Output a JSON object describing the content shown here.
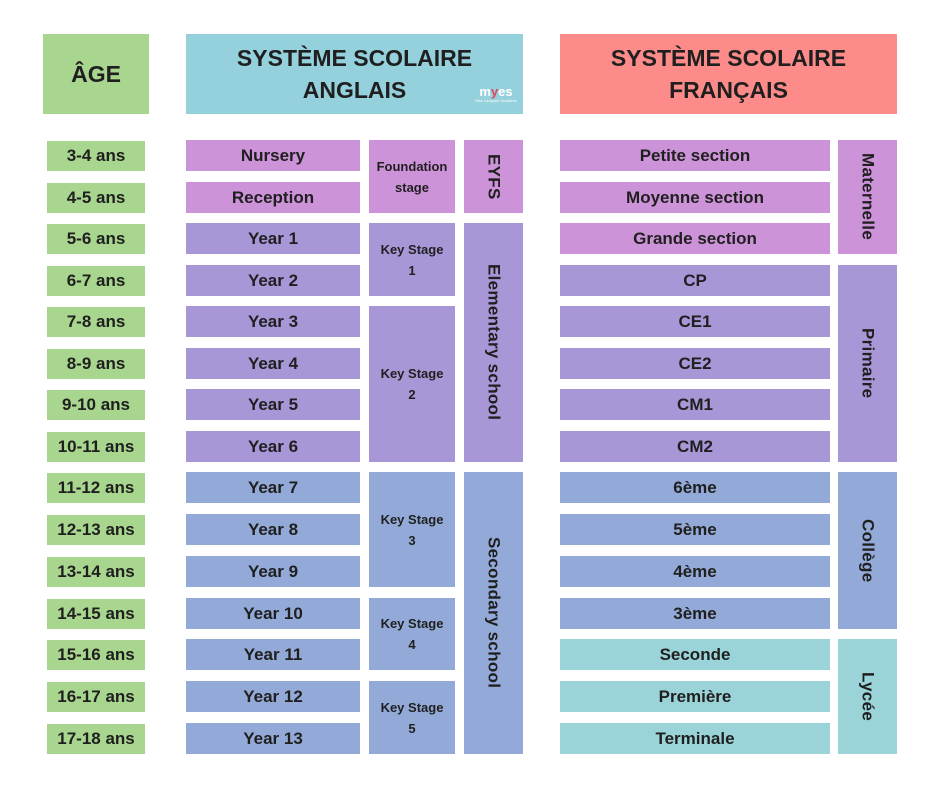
{
  "headers": {
    "age": "ÂGE",
    "english_line1": "SYSTÈME SCOLAIRE",
    "english_line2": "ANGLAIS",
    "french_line1": "SYSTÈME SCOLAIRE",
    "french_line2": "FRANÇAIS"
  },
  "logo": {
    "prefix": "m",
    "accent": "y",
    "suffix": "es",
    "tagline": "Mes Langues Scolaires"
  },
  "ages": [
    "3-4 ans",
    "4-5 ans",
    "5-6 ans",
    "6-7 ans",
    "7-8 ans",
    "8-9 ans",
    "9-10 ans",
    "10-11 ans",
    "11-12 ans",
    "12-13 ans",
    "13-14 ans",
    "14-15 ans",
    "15-16 ans",
    "16-17 ans",
    "17-18 ans"
  ],
  "english_years": [
    "Nursery",
    "Reception",
    "Year 1",
    "Year 2",
    "Year 3",
    "Year 4",
    "Year 5",
    "Year 6",
    "Year 7",
    "Year 8",
    "Year 9",
    "Year 10",
    "Year 11",
    "Year 12",
    "Year 13"
  ],
  "english_stages": [
    {
      "line1": "Foundation",
      "line2": "stage"
    },
    {
      "line1": "Key Stage",
      "line2": "1"
    },
    {
      "line1": "Key Stage",
      "line2": "2"
    },
    {
      "line1": "Key Stage",
      "line2": "3"
    },
    {
      "line1": "Key Stage",
      "line2": "4"
    },
    {
      "line1": "Key Stage",
      "line2": "5"
    }
  ],
  "english_schools": [
    "EYFS",
    "Elementary school",
    "Secondary school"
  ],
  "french_classes": [
    "Petite section",
    "Moyenne section",
    "Grande section",
    "CP",
    "CE1",
    "CE2",
    "CM1",
    "CM2",
    "6ème",
    "5ème",
    "4ème",
    "3ème",
    "Seconde",
    "Première",
    "Terminale"
  ],
  "french_cycles": [
    "Maternelle",
    "Primaire",
    "Collège",
    "Lycée"
  ],
  "colors": {
    "age_green": "#a8d68e",
    "english_header": "#94d1dc",
    "french_header": "#fd8b89",
    "pink": "#cd93d9",
    "purple": "#a897d7",
    "blue": "#93aad8",
    "teal": "#9bd4d8"
  }
}
